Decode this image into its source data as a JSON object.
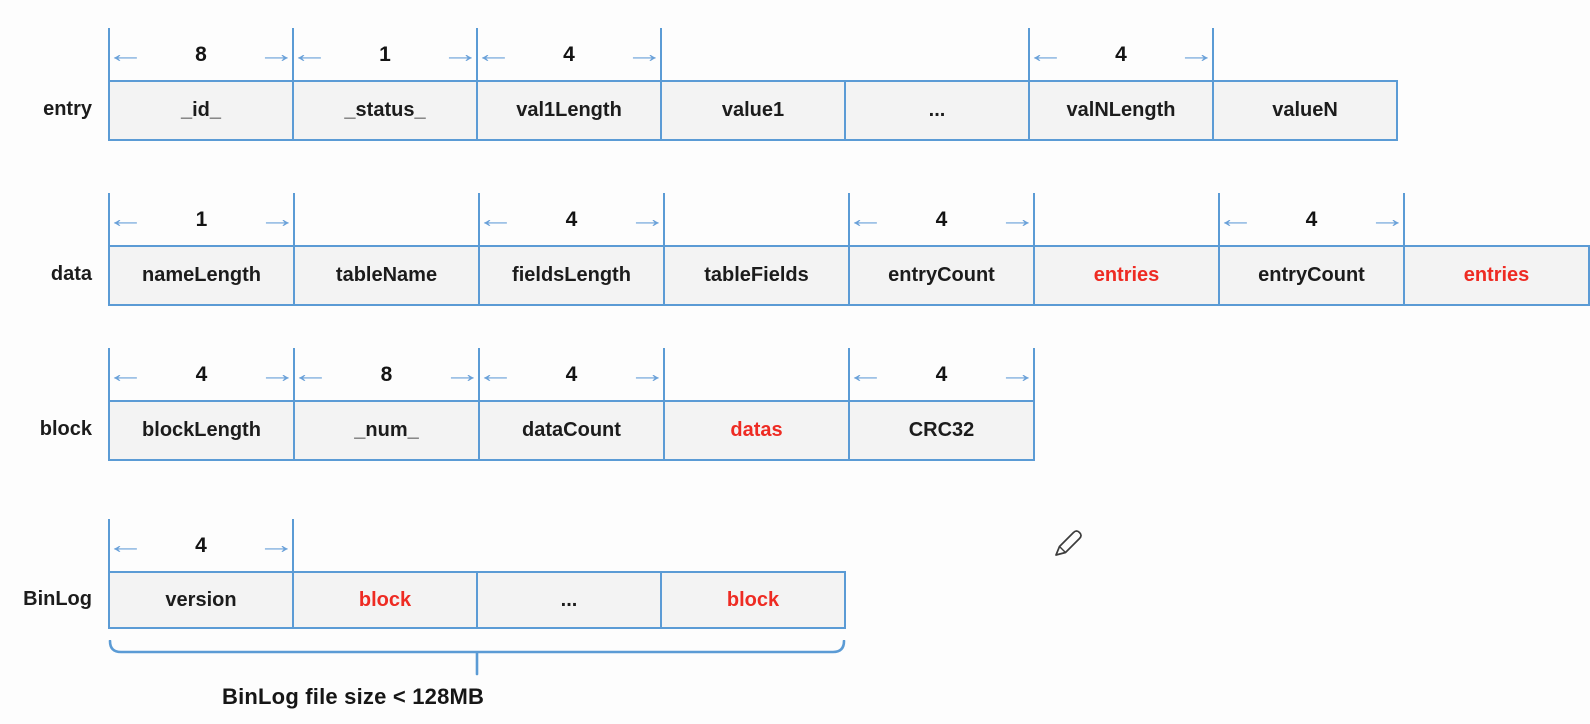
{
  "palette": {
    "line_blue": "#5b9bd5",
    "arrow_blue": "#6aa1d9",
    "cell_fill": "#f3f3f3",
    "text_dark": "#1c1c1c",
    "ref_red": "#ee2b23"
  },
  "icons": {
    "arrow_left": "←",
    "arrow_right": "→",
    "cursor": "pencil-icon"
  },
  "rows": [
    {
      "label": "entry",
      "cells": [
        {
          "label": "_id_",
          "size": "8"
        },
        {
          "label": "_status_",
          "size": "1"
        },
        {
          "label": "val1Length",
          "size": "4"
        },
        {
          "label": "value1"
        },
        {
          "label": "..."
        },
        {
          "label": "valNLength",
          "size": "4"
        },
        {
          "label": "valueN"
        }
      ]
    },
    {
      "label": "data",
      "cells": [
        {
          "label": "nameLength",
          "size": "1"
        },
        {
          "label": "tableName"
        },
        {
          "label": "fieldsLength",
          "size": "4"
        },
        {
          "label": "tableFields"
        },
        {
          "label": "entryCount",
          "size": "4"
        },
        {
          "label": "entries",
          "red": true
        },
        {
          "label": "entryCount",
          "size": "4"
        },
        {
          "label": "entries",
          "red": true
        }
      ]
    },
    {
      "label": "block",
      "cells": [
        {
          "label": "blockLength",
          "size": "4"
        },
        {
          "label": "_num_",
          "size": "8"
        },
        {
          "label": "dataCount",
          "size": "4"
        },
        {
          "label": "datas",
          "red": true
        },
        {
          "label": "CRC32",
          "size": "4"
        }
      ]
    },
    {
      "label": "BinLog",
      "cells": [
        {
          "label": "version",
          "size": "4"
        },
        {
          "label": "block",
          "red": true
        },
        {
          "label": "..."
        },
        {
          "label": "block",
          "red": true
        }
      ]
    }
  ],
  "brace_caption": "BinLog file size < 128MB"
}
